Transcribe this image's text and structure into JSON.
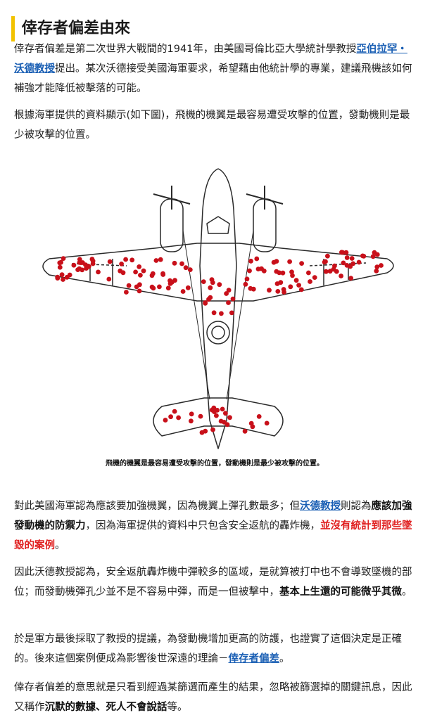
{
  "heading": "倖存者偏差由來",
  "p1": {
    "t1": "倖存者偏差是第二次世界大戰間的1941年，由美國哥倫比亞大學統計學教授",
    "link": "亞伯拉罕・沃德教授",
    "t2": "提出。某次沃德接受美國海軍要求，希望藉由他統計學的專業，建議飛機該如何補強才能降低被擊落的可能。"
  },
  "p2": "根據海軍提供的資料顯示(如下圖)，飛機的機翼是最容易遭受攻擊的位置，發動機則是最少被攻擊的位置。",
  "figure": {
    "caption": "飛機的機翼是最容易遭受攻擊的位置，發動機則是最少被攻擊的位置。",
    "dot_color": "#c8101a"
  },
  "p3": {
    "t1": "對此美國海軍認為應該要加強機翼，因為機翼上彈孔數最多；但",
    "link": "沃德教授",
    "t2": "則認為",
    "b1": "應該加強發動機的防禦力",
    "t3": "，因為海軍提供的資料中只包含安全返航的轟炸機，",
    "r1": "並沒有統計到那些墜毀的案例",
    "t4": "。"
  },
  "p4": {
    "t1": "因此沃德教授認為，安全返航轟炸機中彈較多的區域，是就算被打中也不會導致墜機的部位；而發動機彈孔少並不是不容易中彈，而是一但被擊中，",
    "b1": "基本上生還的可能微乎其微",
    "t2": "。"
  },
  "p5": {
    "t1": "於是軍方最後採取了教授的提議，為發動機增加更高的防護，也證實了這個決定是正確的。後來這個案例便成為影響後世深遠的理論－",
    "link": "倖存者偏差",
    "t2": "。"
  },
  "p6": {
    "t1": "倖存者偏差的意思就是只看到經過某篩選而產生的結果，忽略被篩選掉的關鍵訊息，因此又稱作",
    "b1": "沉默的數據、死人不會說話",
    "t2": "等。"
  }
}
